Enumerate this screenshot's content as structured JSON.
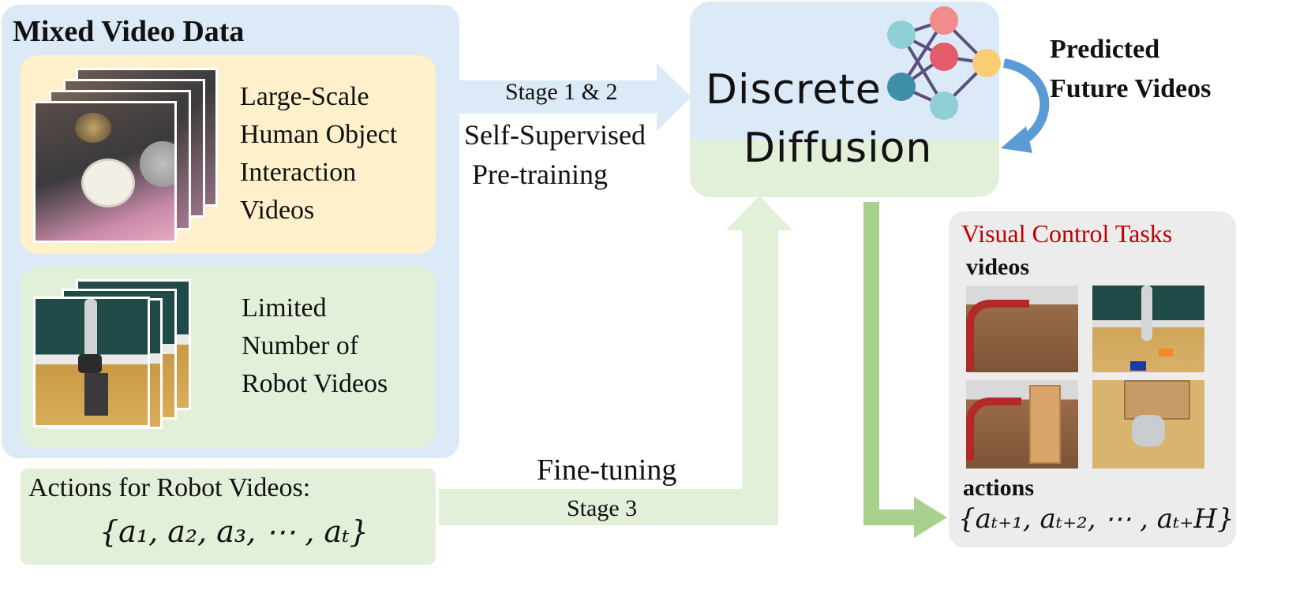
{
  "mixed": {
    "title": "Mixed Video Data",
    "human_text": [
      "Large-Scale",
      "Human Object",
      "Interaction",
      "Videos"
    ],
    "robot_text": [
      "Limited",
      "Number of",
      "Robot Videos"
    ]
  },
  "actions_panel": {
    "label": "Actions for Robot Videos:",
    "formula": "{a₁, a₂, a₃, ⋯ , aₜ}"
  },
  "arrows": {
    "stage12": "Stage 1 & 2",
    "selfsup": [
      "Self-Supervised",
      "Pre-training"
    ],
    "finetune": "Fine-tuning",
    "stage3": "Stage 3"
  },
  "diffusion": {
    "line1": "Discrete",
    "line2": "Diffusion"
  },
  "predicted": [
    "Predicted",
    "Future Videos"
  ],
  "tasks": {
    "title": "Visual Control Tasks",
    "videos_label": "videos",
    "actions_label": "actions",
    "formula": "{aₜ₊₁, aₜ₊₂, ⋯ , aₜ₊H}"
  },
  "colors": {
    "blue_panel": "#dce9f6",
    "yellow_panel": "#fff0cc",
    "green_panel": "#e2efd9",
    "green_arrow": "#a9d18e",
    "blue_arrow": "#5b9bd5",
    "tasks_panel": "#ececec",
    "title_red": "#c00000"
  }
}
